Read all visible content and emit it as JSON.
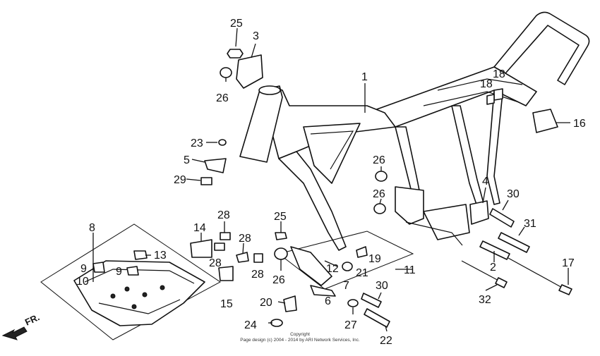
{
  "callouts": [
    "1",
    "2",
    "3",
    "4",
    "5",
    "6",
    "7",
    "8",
    "9",
    "9",
    "10",
    "11",
    "12",
    "13",
    "14",
    "15",
    "16",
    "17",
    "18",
    "18",
    "19",
    "20",
    "21",
    "22",
    "23",
    "24",
    "25",
    "25",
    "26",
    "26",
    "26",
    "26",
    "27",
    "28",
    "28",
    "28",
    "28",
    "29",
    "30",
    "30",
    "31",
    "32"
  ],
  "copyright": {
    "line1": "Copyright",
    "line2": "Page design (c) 2004 - 2014 by ARI Network Services, Inc."
  },
  "direction_label": "FR."
}
